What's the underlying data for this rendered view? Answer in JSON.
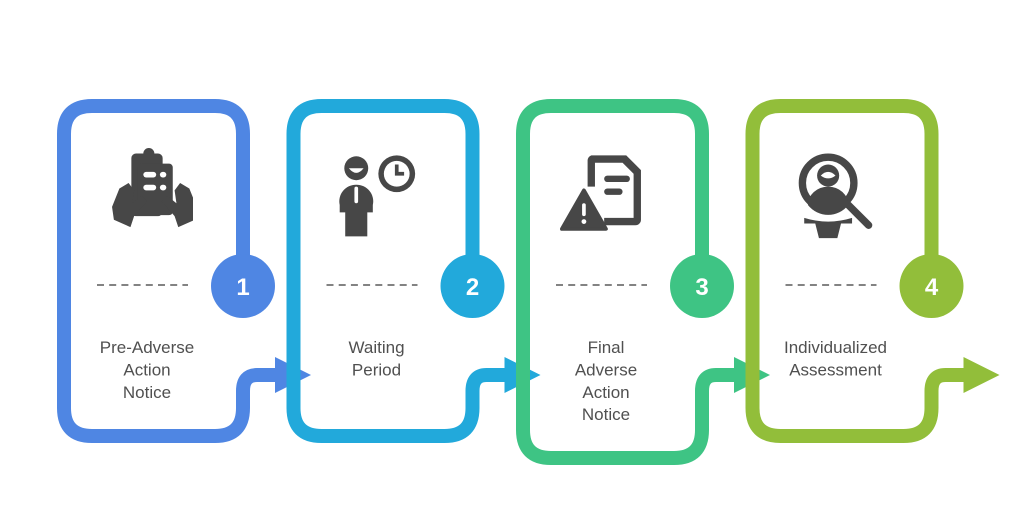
{
  "diagram": {
    "title": "",
    "steps": [
      {
        "number": "1",
        "label_lines": [
          "Pre-Adverse",
          "Action",
          "Notice"
        ],
        "icon": "clipboard-hands-icon",
        "color": "#4F86E3"
      },
      {
        "number": "2",
        "label_lines": [
          "Waiting",
          "Period"
        ],
        "icon": "person-clock-icon",
        "color": "#22A9DB"
      },
      {
        "number": "3",
        "label_lines": [
          "Final",
          "Adverse",
          "Action",
          "Notice"
        ],
        "icon": "document-warning-icon",
        "color": "#3EC484"
      },
      {
        "number": "4",
        "label_lines": [
          "Individualized",
          "Assessment"
        ],
        "icon": "person-magnifier-icon",
        "color": "#92BE3A"
      }
    ],
    "icon_color": "#474747",
    "text_color": "#505050",
    "dash_color": "#5a5a5a"
  }
}
